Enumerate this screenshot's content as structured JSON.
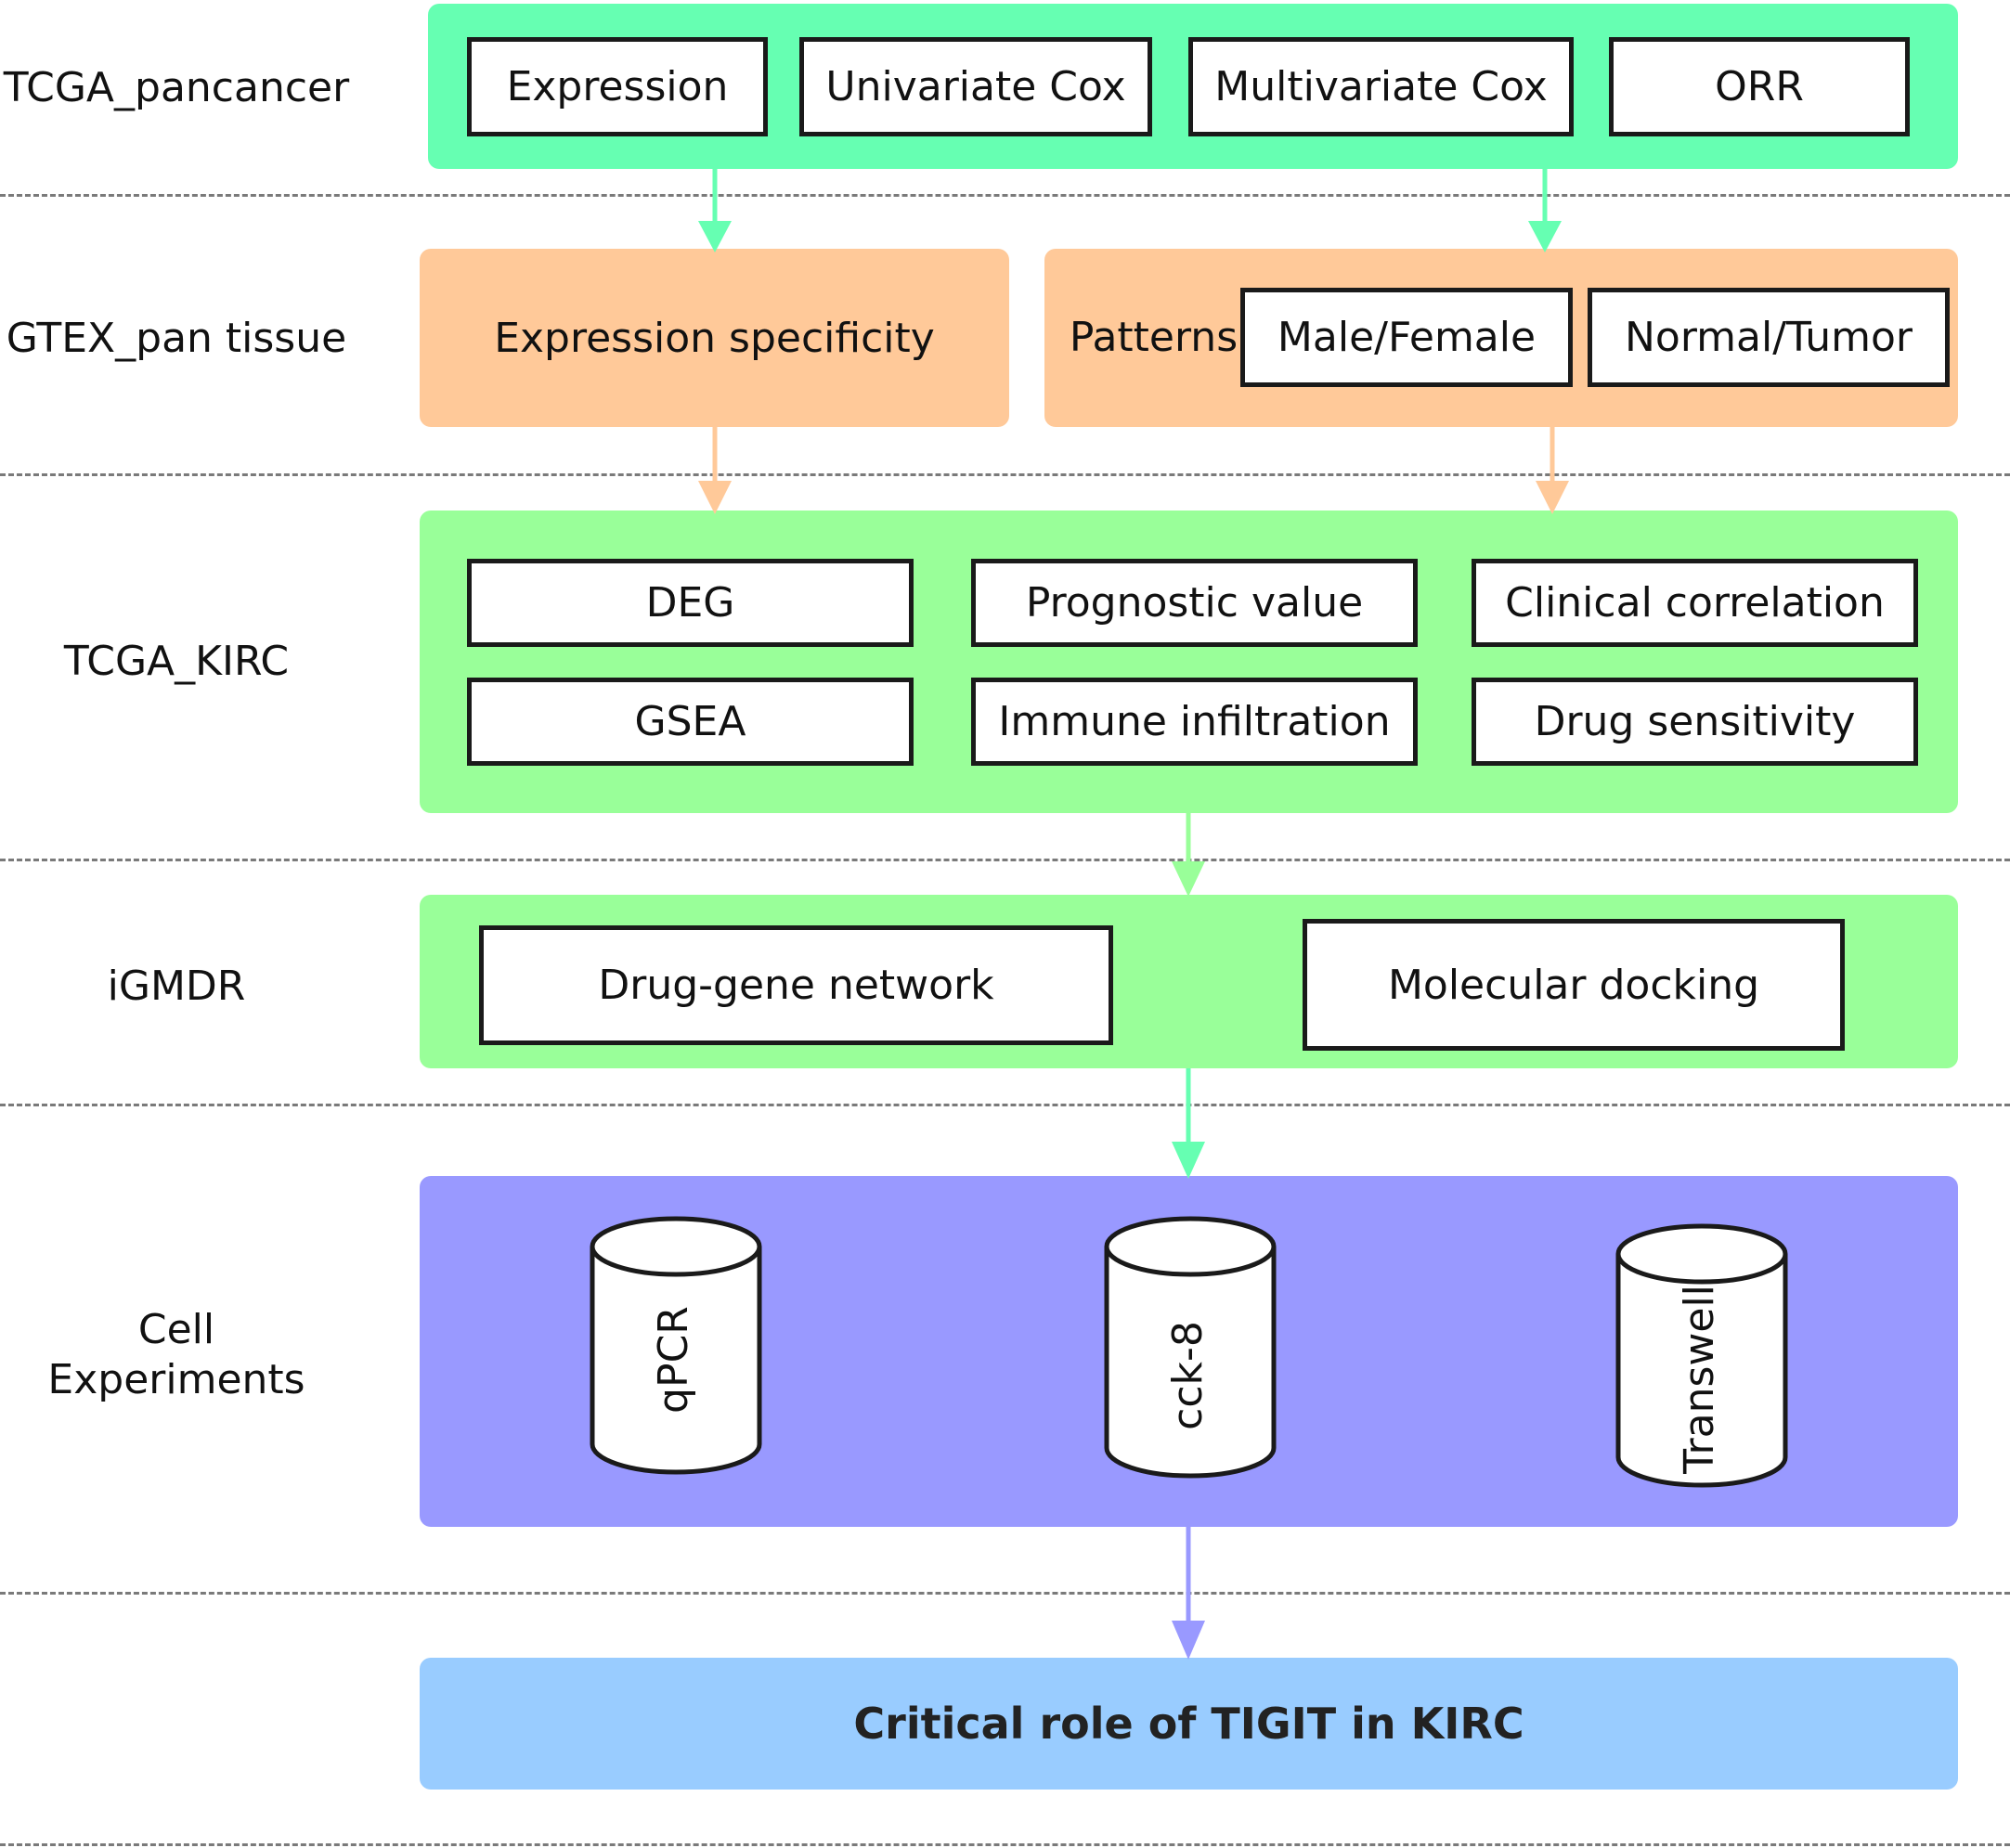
{
  "rows": [
    {
      "label": "TCGA_pancancer"
    },
    {
      "label": "GTEX_pan tissue"
    },
    {
      "label": "TCGA_KIRC"
    },
    {
      "label": "iGMDR"
    },
    {
      "label": "Cell\nExperiments"
    }
  ],
  "tcga_pancancer": {
    "items": [
      "Expression",
      "Univariate Cox",
      "Multivariate Cox",
      "ORR"
    ]
  },
  "gtex": {
    "specificity": "Expression specificity",
    "patterns_label": "Patterns",
    "patterns": [
      "Male/Female",
      "Normal/Tumor"
    ]
  },
  "tcga_kirc": {
    "items": [
      "DEG",
      "Prognostic value",
      "Clinical correlation",
      "GSEA",
      "Immune infiltration",
      "Drug sensitivity"
    ]
  },
  "igmdr": {
    "items": [
      "Drug-gene network",
      "Molecular docking"
    ]
  },
  "cell": {
    "items": [
      "qPCR",
      "cck-8",
      "Transwell"
    ]
  },
  "conclusion": "Critical role of TIGIT in KIRC",
  "colors": {
    "pancancer_panel": "#66ffb2",
    "gtex_panel": "#ffc999",
    "kirc_panel": "#99ff99",
    "cell_panel": "#9999ff",
    "conclusion_panel": "#99ccff",
    "arrow_green": "#66ffb2",
    "arrow_orange": "#ffc999",
    "arrow_purple": "#9999ff"
  }
}
